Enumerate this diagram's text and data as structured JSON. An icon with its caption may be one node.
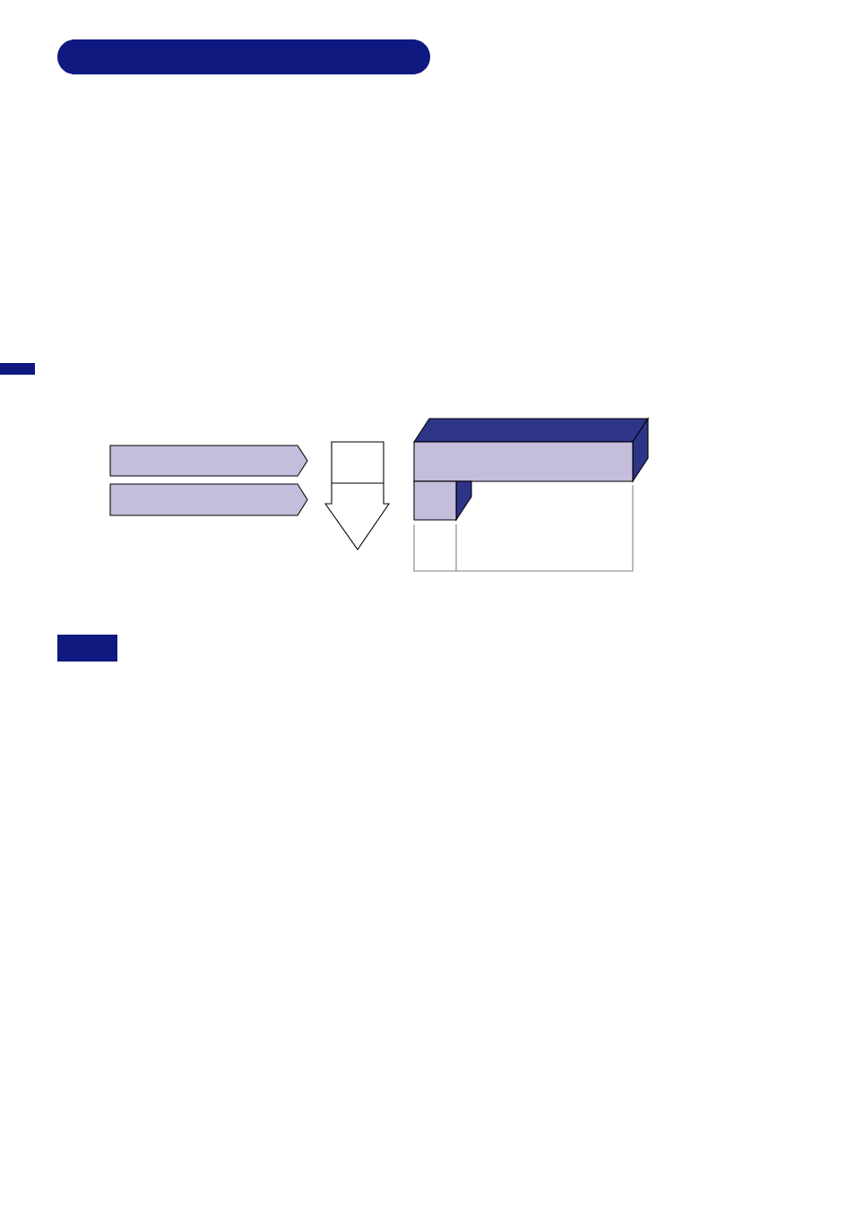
{
  "diagram": {
    "nodes": [
      {
        "text": [],
        "shape": "pill"
      },
      {
        "text": [],
        "shape": "bar"
      },
      {
        "text": [],
        "shape": "chevron"
      },
      {
        "text": [],
        "shape": "chevron"
      },
      {
        "text": [],
        "shape": "cuboid"
      },
      {
        "text": [],
        "shape": "cuboid"
      },
      {
        "text": [],
        "shape": "bar"
      }
    ]
  }
}
